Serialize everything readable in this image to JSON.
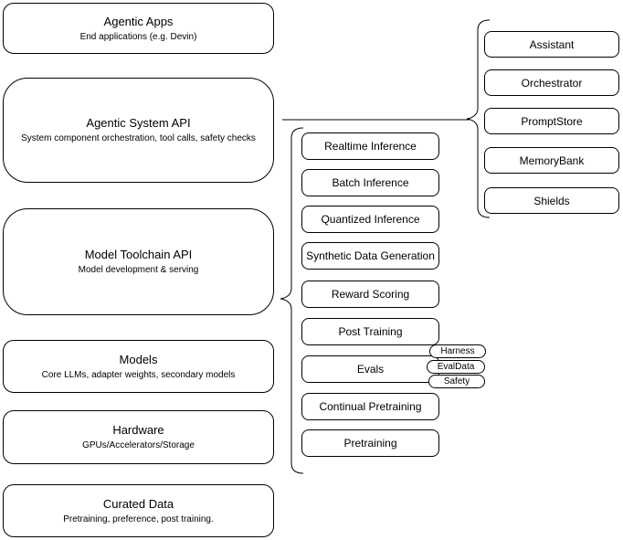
{
  "title": "Agentic system stack diagram",
  "colors": {
    "stroke": "#000000",
    "fill": "#ffffff",
    "canvas": "#ffffff",
    "text": "#000000"
  },
  "left_stack": [
    {
      "title": "Agentic Apps",
      "subtitle": "End applications (e.g. Devin)"
    },
    {
      "title": "Agentic System API",
      "subtitle": "System component orchestration, tool calls, safety checks"
    },
    {
      "title": "Model Toolchain API",
      "subtitle": "Model development & serving"
    },
    {
      "title": "Models",
      "subtitle": "Core LLMs, adapter weights, secondary models"
    },
    {
      "title": "Hardware",
      "subtitle": "GPUs/Accelerators/Storage"
    },
    {
      "title": "Curated Data",
      "subtitle": "Pretraining, preference, post training."
    }
  ],
  "toolchain_components": [
    "Realtime Inference",
    "Batch Inference",
    "Quantized Inference",
    "Synthetic Data Generation",
    "Reward Scoring",
    "Post Training",
    "Evals",
    "Continual Pretraining",
    "Pretraining"
  ],
  "eval_tags": [
    "Harness",
    "EvalData",
    "Safety"
  ],
  "system_components": [
    "Assistant",
    "Orchestrator",
    "PromptStore",
    "MemoryBank",
    "Shields"
  ]
}
